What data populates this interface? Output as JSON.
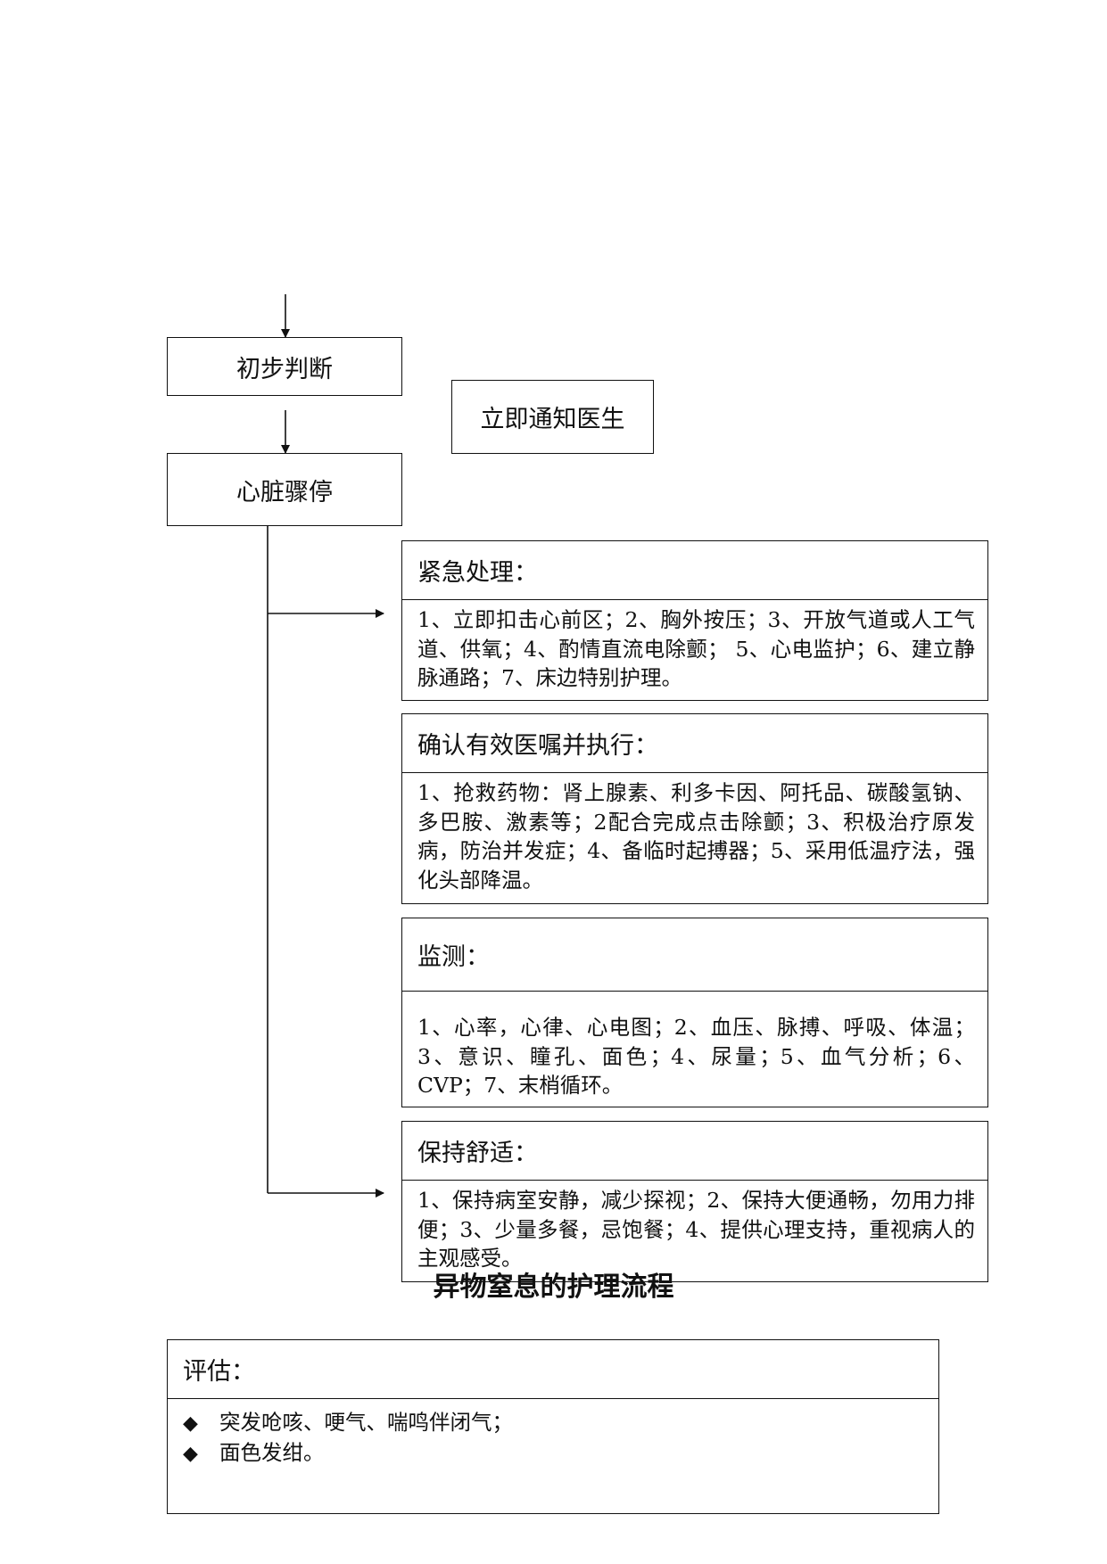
{
  "flow": {
    "initial_judgment": "初步判断",
    "notify_doctor": "立即通知医生",
    "cardiac_arrest": "心脏骤停"
  },
  "panels": {
    "emergency": {
      "heading": "紧急处理：",
      "body": "1、立即扣击心前区；2、胸外按压；3、开放气道或人工气道、供氧；4、酌情直流电除颤；  5、心电监护；6、建立静脉通路；7、床边特别护理。"
    },
    "orders": {
      "heading": "确认有效医嘱并执行：",
      "body": "1、抢救药物：肾上腺素、利多卡因、阿托品、碳酸氢钠、多巴胺、激素等；2配合完成点击除颤；3、积极治疗原发病，防治并发症；4、备临时起搏器；5、采用低温疗法，强化头部降温。"
    },
    "monitoring": {
      "heading": "监测：",
      "body": "1、心率，心律、心电图；2、血压、脉搏、呼吸、体温；3、意识、瞳孔、面色；4、尿量；5、血气分析；6、CVP；7、末梢循环。"
    },
    "comfort": {
      "heading": "保持舒适：",
      "body": "1、保持病室安静，减少探视；2、保持大便通畅，勿用力排便；3、少量多餐，忌饱餐；4、提供心理支持，重视病人的主观感受。"
    }
  },
  "section_title": "异物窒息的护理流程",
  "assessment": {
    "heading": "评估：",
    "bullet_symbol": "◆",
    "items": [
      "突发呛咳、哽气、喘鸣伴闭气；",
      "面色发绀。"
    ]
  }
}
